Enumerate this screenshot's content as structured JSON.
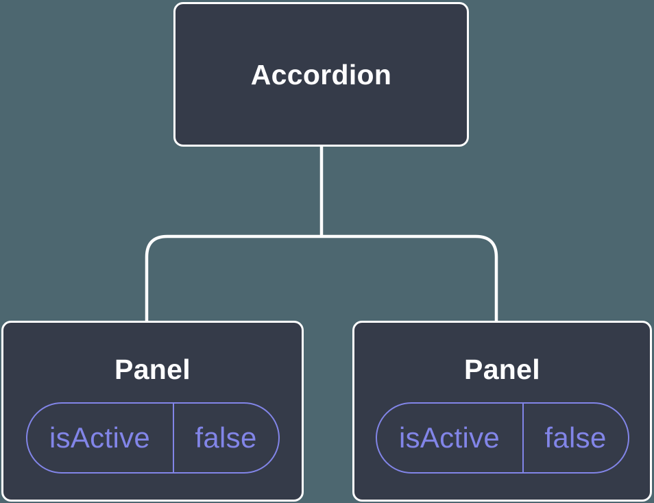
{
  "diagram": {
    "root": {
      "label": "Accordion"
    },
    "panels": [
      {
        "label": "Panel",
        "state": {
          "key": "isActive",
          "value": "false"
        }
      },
      {
        "label": "Panel",
        "state": {
          "key": "isActive",
          "value": "false"
        }
      }
    ]
  },
  "colors": {
    "background": "#4d6770",
    "node_fill": "#353b49",
    "node_border": "#ffffff",
    "connector": "#ffffff",
    "title_text": "#fdfdfe",
    "state_accent": "#8285e8"
  }
}
